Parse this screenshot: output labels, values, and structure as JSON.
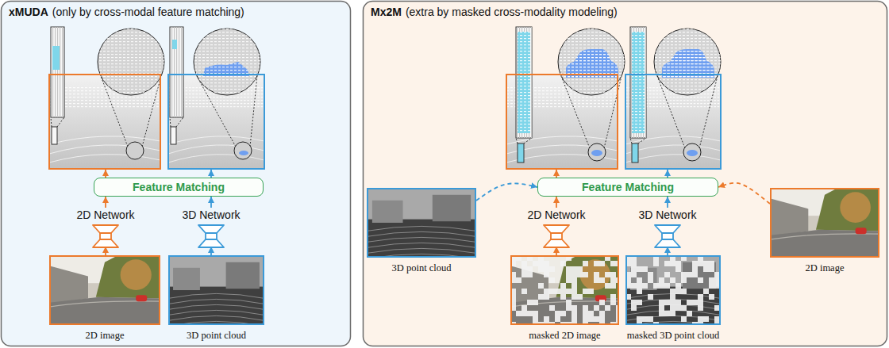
{
  "diagram": {
    "nodes": [
      {
        "text": [
          "xMUDA",
          "(only by cross-modal feature matching)"
        ]
      },
      {
        "text": [
          "Feature Matching"
        ],
        "in": 0
      },
      {
        "text": [
          "2D Network"
        ],
        "in": 0
      },
      {
        "text": [
          "3D Network"
        ],
        "in": 0
      },
      {
        "text": [
          "2D image"
        ],
        "in": 0
      },
      {
        "text": [
          "3D point cloud"
        ],
        "in": 0
      },
      {
        "text": [
          "Mx2M",
          "(extra by masked cross-modality modeling)"
        ]
      },
      {
        "text": [
          "Feature Matching"
        ],
        "in": 6
      },
      {
        "text": [
          "3D point cloud"
        ],
        "in": 6
      },
      {
        "text": [
          "2D Network"
        ],
        "in": 6
      },
      {
        "text": [
          "3D Network"
        ],
        "in": 6
      },
      {
        "text": [
          "2D image"
        ],
        "in": 6
      },
      {
        "text": [
          "masked 2D image"
        ],
        "in": 6
      },
      {
        "text": [
          "masked 3D point cloud"
        ],
        "in": 6
      }
    ],
    "edges": [
      {
        "from": 4,
        "to": 2,
        "arrow": "to"
      },
      {
        "from": 5,
        "to": 3,
        "arrow": "to"
      },
      {
        "from": 2,
        "to": 1,
        "arrow": "to"
      },
      {
        "from": 3,
        "to": 1,
        "arrow": "to"
      },
      {
        "from": 12,
        "to": 9,
        "arrow": "to"
      },
      {
        "from": 13,
        "to": 10,
        "arrow": "to"
      },
      {
        "from": 9,
        "to": 7,
        "arrow": "to"
      },
      {
        "from": 10,
        "to": 7,
        "arrow": "to"
      },
      {
        "from": 8,
        "to": 7,
        "arrow": "to"
      },
      {
        "from": 11,
        "to": 7,
        "arrow": "to"
      }
    ]
  }
}
